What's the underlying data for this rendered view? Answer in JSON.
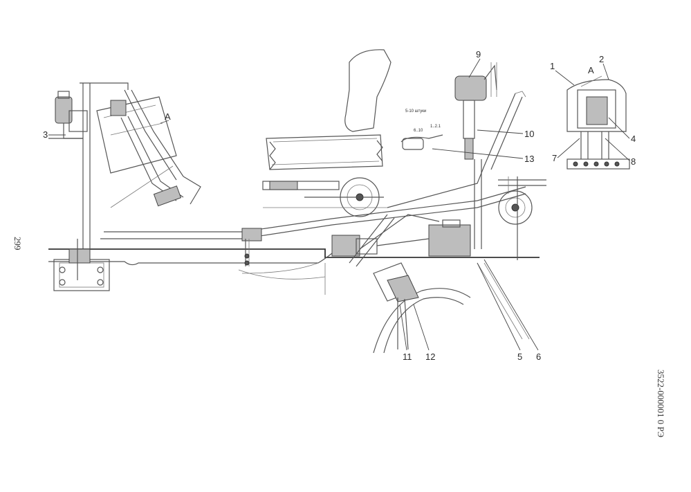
{
  "page": {
    "page_number": "299",
    "document_code": "3522-000001 0 РЭ"
  },
  "diagram": {
    "view_marker": "A",
    "detail_view_label": "A",
    "callouts": [
      "1",
      "2",
      "3",
      "4",
      "5",
      "6",
      "7",
      "8",
      "9",
      "10",
      "11",
      "12",
      "13"
    ],
    "small_labels": {
      "label_a": "5-10 штуки",
      "label_b": "6..10",
      "label_c": "1..2.1"
    }
  }
}
